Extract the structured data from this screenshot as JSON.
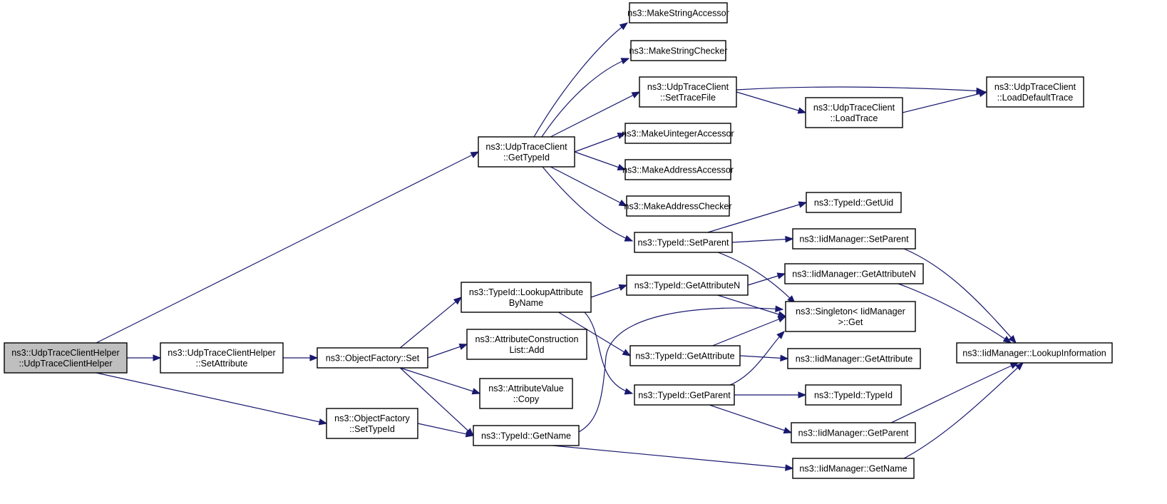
{
  "graph": {
    "nodes": [
      {
        "id": "root",
        "lines": [
          "ns3::UdpTraceClientHelper",
          "::UdpTraceClientHelper"
        ],
        "highlighted": true
      },
      {
        "id": "helper_setattr",
        "lines": [
          "ns3::UdpTraceClientHelper",
          "::SetAttribute"
        ]
      },
      {
        "id": "of_set",
        "lines": [
          "ns3::ObjectFactory::Set"
        ]
      },
      {
        "id": "of_settypeid",
        "lines": [
          "ns3::ObjectFactory",
          "::SetTypeId"
        ]
      },
      {
        "id": "utc_gettypeid",
        "lines": [
          "ns3::UdpTraceClient",
          "::GetTypeId"
        ]
      },
      {
        "id": "tid_lookup",
        "lines": [
          "ns3::TypeId::LookupAttribute",
          "ByName"
        ]
      },
      {
        "id": "acl_add",
        "lines": [
          "ns3::AttributeConstruction",
          "List::Add"
        ]
      },
      {
        "id": "av_copy",
        "lines": [
          "ns3::AttributeValue",
          "::Copy"
        ]
      },
      {
        "id": "tid_getname",
        "lines": [
          "ns3::TypeId::GetName"
        ]
      },
      {
        "id": "make_str_acc",
        "lines": [
          "ns3::MakeStringAccessor"
        ]
      },
      {
        "id": "make_str_chk",
        "lines": [
          "ns3::MakeStringChecker"
        ]
      },
      {
        "id": "utc_settracefile",
        "lines": [
          "ns3::UdpTraceClient",
          "::SetTraceFile"
        ]
      },
      {
        "id": "make_uint_acc",
        "lines": [
          "ns3::MakeUintegerAccessor"
        ]
      },
      {
        "id": "make_addr_acc",
        "lines": [
          "ns3::MakeAddressAccessor"
        ]
      },
      {
        "id": "make_addr_chk",
        "lines": [
          "ns3::MakeAddressChecker"
        ]
      },
      {
        "id": "tid_setparent",
        "lines": [
          "ns3::TypeId::SetParent"
        ]
      },
      {
        "id": "tid_getattrn",
        "lines": [
          "ns3::TypeId::GetAttributeN"
        ]
      },
      {
        "id": "tid_getattr",
        "lines": [
          "ns3::TypeId::GetAttribute"
        ]
      },
      {
        "id": "tid_getparent",
        "lines": [
          "ns3::TypeId::GetParent"
        ]
      },
      {
        "id": "utc_loadtrace",
        "lines": [
          "ns3::UdpTraceClient",
          "::LoadTrace"
        ]
      },
      {
        "id": "tid_getuid",
        "lines": [
          "ns3::TypeId::GetUid"
        ]
      },
      {
        "id": "iid_setparent",
        "lines": [
          "ns3::IidManager::SetParent"
        ]
      },
      {
        "id": "iid_getattrn",
        "lines": [
          "ns3::IidManager::GetAttributeN"
        ]
      },
      {
        "id": "singleton_get",
        "lines": [
          "ns3::Singleton< IidManager",
          " >::Get"
        ]
      },
      {
        "id": "iid_getattr",
        "lines": [
          "ns3::IidManager::GetAttribute"
        ]
      },
      {
        "id": "tid_typeid",
        "lines": [
          "ns3::TypeId::TypeId"
        ]
      },
      {
        "id": "iid_getparent",
        "lines": [
          "ns3::IidManager::GetParent"
        ]
      },
      {
        "id": "iid_getname",
        "lines": [
          "ns3::IidManager::GetName"
        ]
      },
      {
        "id": "utc_loaddefault",
        "lines": [
          "ns3::UdpTraceClient",
          "::LoadDefaultTrace"
        ]
      },
      {
        "id": "iid_lookupinfo",
        "lines": [
          "ns3::IidManager::LookupInformation"
        ]
      }
    ],
    "edges": [
      [
        "root",
        "utc_gettypeid"
      ],
      [
        "root",
        "helper_setattr"
      ],
      [
        "root",
        "of_settypeid"
      ],
      [
        "helper_setattr",
        "of_set"
      ],
      [
        "of_set",
        "tid_lookup"
      ],
      [
        "of_set",
        "acl_add"
      ],
      [
        "of_set",
        "av_copy"
      ],
      [
        "of_set",
        "tid_getname"
      ],
      [
        "of_settypeid",
        "tid_getname"
      ],
      [
        "utc_gettypeid",
        "make_str_acc"
      ],
      [
        "utc_gettypeid",
        "make_str_chk"
      ],
      [
        "utc_gettypeid",
        "utc_settracefile"
      ],
      [
        "utc_gettypeid",
        "make_uint_acc"
      ],
      [
        "utc_gettypeid",
        "make_addr_acc"
      ],
      [
        "utc_gettypeid",
        "make_addr_chk"
      ],
      [
        "utc_gettypeid",
        "tid_setparent"
      ],
      [
        "utc_settracefile",
        "utc_loaddefault"
      ],
      [
        "utc_settracefile",
        "utc_loadtrace"
      ],
      [
        "utc_loadtrace",
        "utc_loaddefault"
      ],
      [
        "tid_setparent",
        "tid_getuid"
      ],
      [
        "tid_setparent",
        "iid_setparent"
      ],
      [
        "tid_setparent",
        "singleton_get"
      ],
      [
        "tid_lookup",
        "tid_getattrn"
      ],
      [
        "tid_lookup",
        "tid_getattr"
      ],
      [
        "tid_lookup",
        "tid_getparent"
      ],
      [
        "tid_getattrn",
        "iid_getattrn"
      ],
      [
        "tid_getattrn",
        "singleton_get"
      ],
      [
        "tid_getattr",
        "singleton_get"
      ],
      [
        "tid_getattr",
        "iid_getattr"
      ],
      [
        "tid_getparent",
        "singleton_get"
      ],
      [
        "tid_getparent",
        "tid_typeid"
      ],
      [
        "tid_getparent",
        "iid_getparent"
      ],
      [
        "tid_getname",
        "singleton_get"
      ],
      [
        "tid_getname",
        "iid_getname"
      ],
      [
        "iid_setparent",
        "iid_lookupinfo"
      ],
      [
        "iid_getattrn",
        "iid_lookupinfo"
      ],
      [
        "iid_getparent",
        "iid_lookupinfo"
      ],
      [
        "iid_getname",
        "iid_lookupinfo"
      ]
    ]
  }
}
